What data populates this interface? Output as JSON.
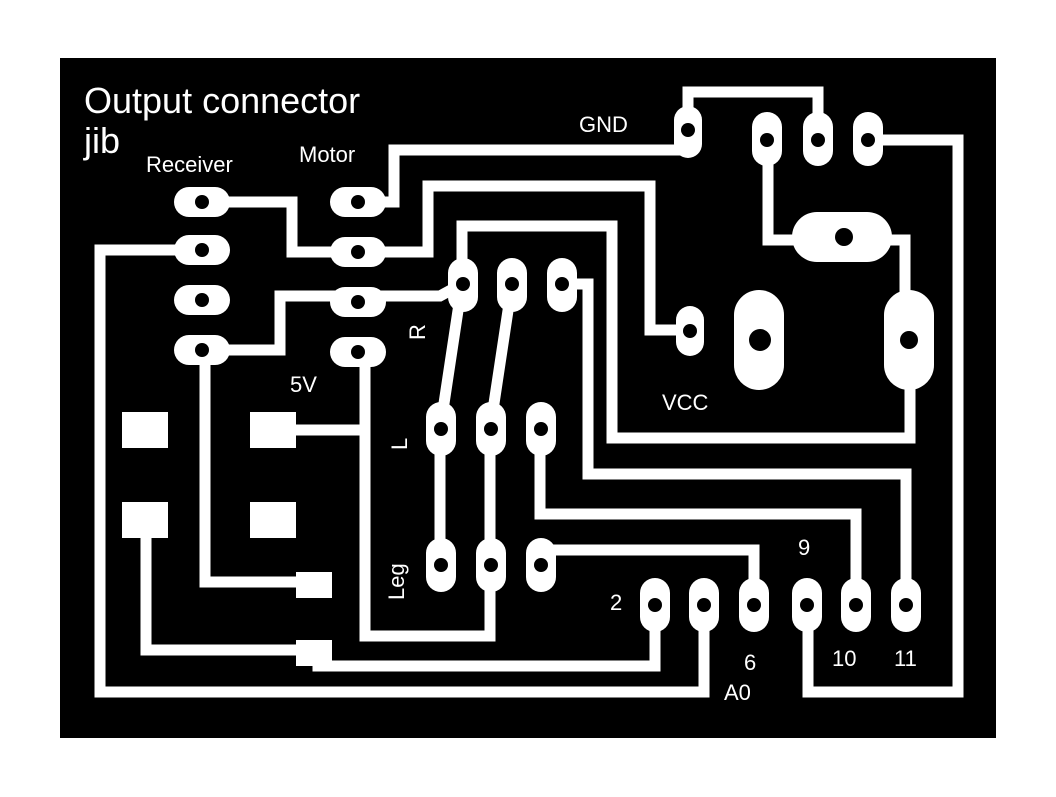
{
  "colors": {
    "board": "#000000",
    "copper": "#ffffff",
    "hole": "#000000",
    "background": "#ffffff"
  },
  "title": {
    "line1": "Output connector",
    "line2": "jib"
  },
  "labels": {
    "receiver": "Receiver",
    "motor": "Motor",
    "gnd": "GND",
    "vcc": "VCC",
    "five_v": "5V",
    "r": "R",
    "l": "L",
    "leg": "Leg",
    "pin2": "2",
    "pin6": "6",
    "pin9": "9",
    "pin10": "10",
    "pin11": "11",
    "a0": "A0"
  }
}
